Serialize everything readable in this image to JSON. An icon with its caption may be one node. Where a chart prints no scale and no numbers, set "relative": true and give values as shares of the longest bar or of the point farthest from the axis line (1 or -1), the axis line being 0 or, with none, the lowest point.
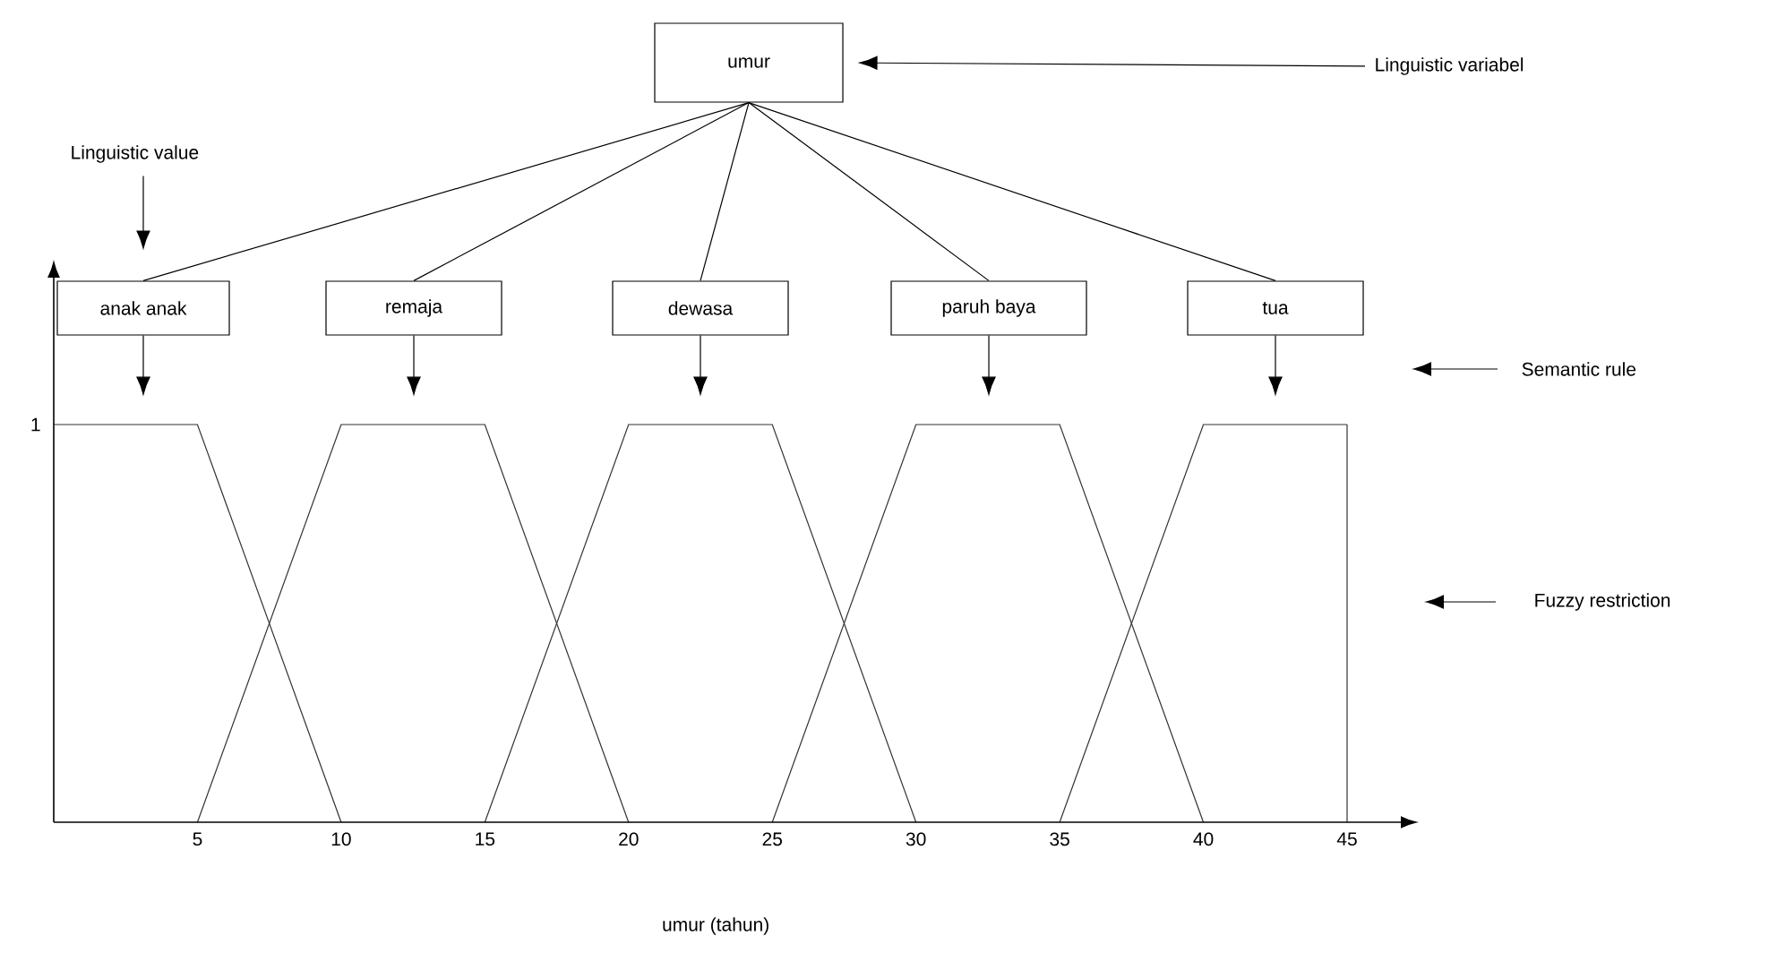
{
  "diagram": {
    "nodes": [
      {
        "text": [
          "umur"
        ]
      },
      {
        "text": [
          "anak anak"
        ]
      },
      {
        "text": [
          "remaja"
        ]
      },
      {
        "text": [
          "dewasa"
        ]
      },
      {
        "text": [
          "paruh baya"
        ]
      },
      {
        "text": [
          "tua"
        ]
      },
      {
        "text": [
          "Linguistic variabel"
        ]
      },
      {
        "text": [
          "Linguistic value"
        ]
      },
      {
        "text": [
          "Semantic rule"
        ]
      },
      {
        "text": [
          "Fuzzy restriction"
        ]
      }
    ],
    "edges": [
      {
        "from": 0,
        "to": 1,
        "arrow": "none"
      },
      {
        "from": 0,
        "to": 2,
        "arrow": "none"
      },
      {
        "from": 0,
        "to": 3,
        "arrow": "none"
      },
      {
        "from": 0,
        "to": 4,
        "arrow": "none"
      },
      {
        "from": 0,
        "to": 5,
        "arrow": "none"
      },
      {
        "from": 6,
        "to": 0,
        "arrow": "to"
      },
      {
        "from": 7,
        "to": 1,
        "arrow": "to"
      },
      {
        "from": 8,
        "to": null,
        "arrow": "to"
      },
      {
        "from": 9,
        "to": null,
        "arrow": "to"
      },
      {
        "from": 1,
        "to": null,
        "arrow": "to"
      },
      {
        "from": 2,
        "to": null,
        "arrow": "to"
      },
      {
        "from": 3,
        "to": null,
        "arrow": "to"
      },
      {
        "from": 4,
        "to": null,
        "arrow": "to"
      },
      {
        "from": 5,
        "to": null,
        "arrow": "to"
      }
    ],
    "chart_data": {
      "type": "line",
      "xlabel": "umur (tahun)",
      "x": [
        0,
        5,
        10,
        15,
        20,
        25,
        30,
        35,
        40,
        45
      ],
      "series": [
        {
          "values": [
            1,
            1,
            0,
            null,
            null,
            null,
            null,
            null,
            null,
            null
          ]
        },
        {
          "values": [
            null,
            0,
            1,
            1,
            0,
            null,
            null,
            null,
            null,
            null
          ]
        },
        {
          "values": [
            null,
            null,
            null,
            0,
            1,
            1,
            0,
            null,
            null,
            null
          ]
        },
        {
          "values": [
            null,
            null,
            null,
            null,
            null,
            0,
            1,
            1,
            0,
            null
          ]
        },
        {
          "values": [
            null,
            null,
            null,
            null,
            null,
            null,
            null,
            0,
            1,
            1
          ]
        }
      ],
      "xlim": [
        0,
        45
      ],
      "relative": true,
      "xticks": [
        5,
        10,
        15,
        20,
        25,
        30,
        35,
        40,
        45
      ],
      "annotations": [
        {
          "x": 0,
          "y": 1,
          "text": "1"
        }
      ]
    }
  }
}
